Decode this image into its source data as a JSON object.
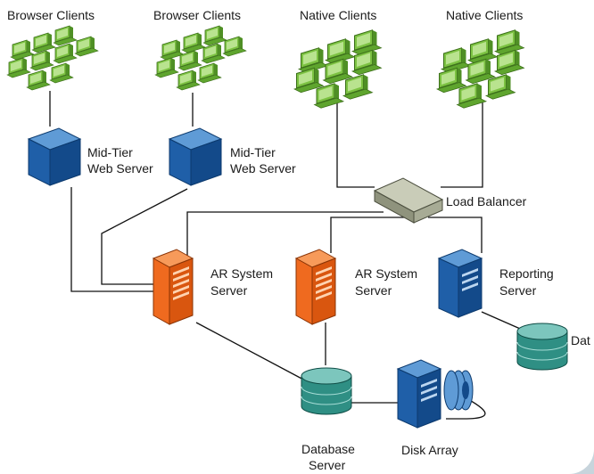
{
  "groups": {
    "browser_clients_1": "Browser Clients",
    "browser_clients_2": "Browser Clients",
    "native_clients_1": "Native Clients",
    "native_clients_2": "Native Clients"
  },
  "nodes": {
    "midtier_1": [
      "Mid-Tier",
      "Web Server"
    ],
    "midtier_2": [
      "Mid-Tier",
      "Web Server"
    ],
    "load_balancer": "Load Balancer",
    "ar_server_1": [
      "AR System",
      "Server"
    ],
    "ar_server_2": [
      "AR System",
      "Server"
    ],
    "reporting_server": [
      "Reporting",
      "Server"
    ],
    "data_store_partial": "Dat",
    "database_server": [
      "Database",
      "Server"
    ],
    "disk_array": "Disk Array"
  },
  "colors": {
    "client_green": "#7cc242",
    "web_blue": "#1f5fa8",
    "ar_orange": "#ef6a1f",
    "db_teal": "#2f8f84",
    "balancer_gray": "#a7ab95",
    "page_bg": "#c7d4dc"
  },
  "icons": [
    "computer-icon",
    "server-icon",
    "database-icon",
    "load-balancer-icon",
    "disk-array-icon"
  ]
}
